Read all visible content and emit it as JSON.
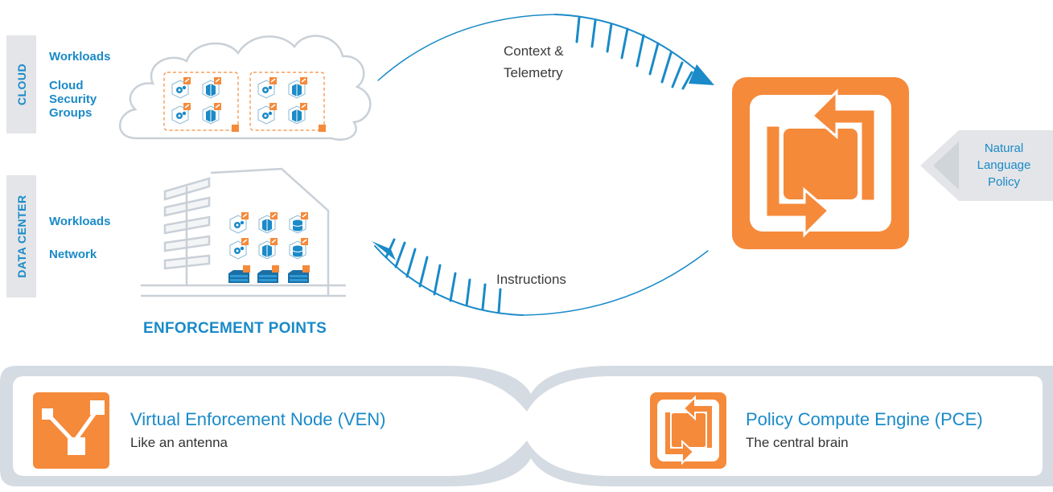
{
  "cloud": {
    "tab_label": "CLOUD",
    "labels": [
      "Workloads",
      "Cloud",
      "Security",
      "Groups"
    ]
  },
  "datacenter": {
    "tab_label": "DATA CENTER",
    "labels": [
      "Workloads",
      "Network"
    ]
  },
  "enforcement_title": "ENFORCEMENT POINTS",
  "flows": {
    "context_line1": "Context &",
    "context_line2": "Telemetry",
    "instructions": "Instructions"
  },
  "policy_input": {
    "line1": "Natural",
    "line2": "Language",
    "line3": "Policy"
  },
  "legend": {
    "ven_title": "Virtual Enforcement Node (VEN)",
    "ven_sub": "Like an antenna",
    "pce_title": "Policy Compute Engine (PCE)",
    "pce_sub": "The central brain"
  },
  "colors": {
    "blue": "#1a8ac8",
    "orange": "#f58a3b",
    "grey": "#e3e5e8",
    "legend_band": "#d4dbe2"
  },
  "icons": [
    "gear-server-icon",
    "storage-server-icon",
    "database-server-icon",
    "network-switch-icon",
    "pce-loop-icon",
    "ven-node-icon"
  ]
}
